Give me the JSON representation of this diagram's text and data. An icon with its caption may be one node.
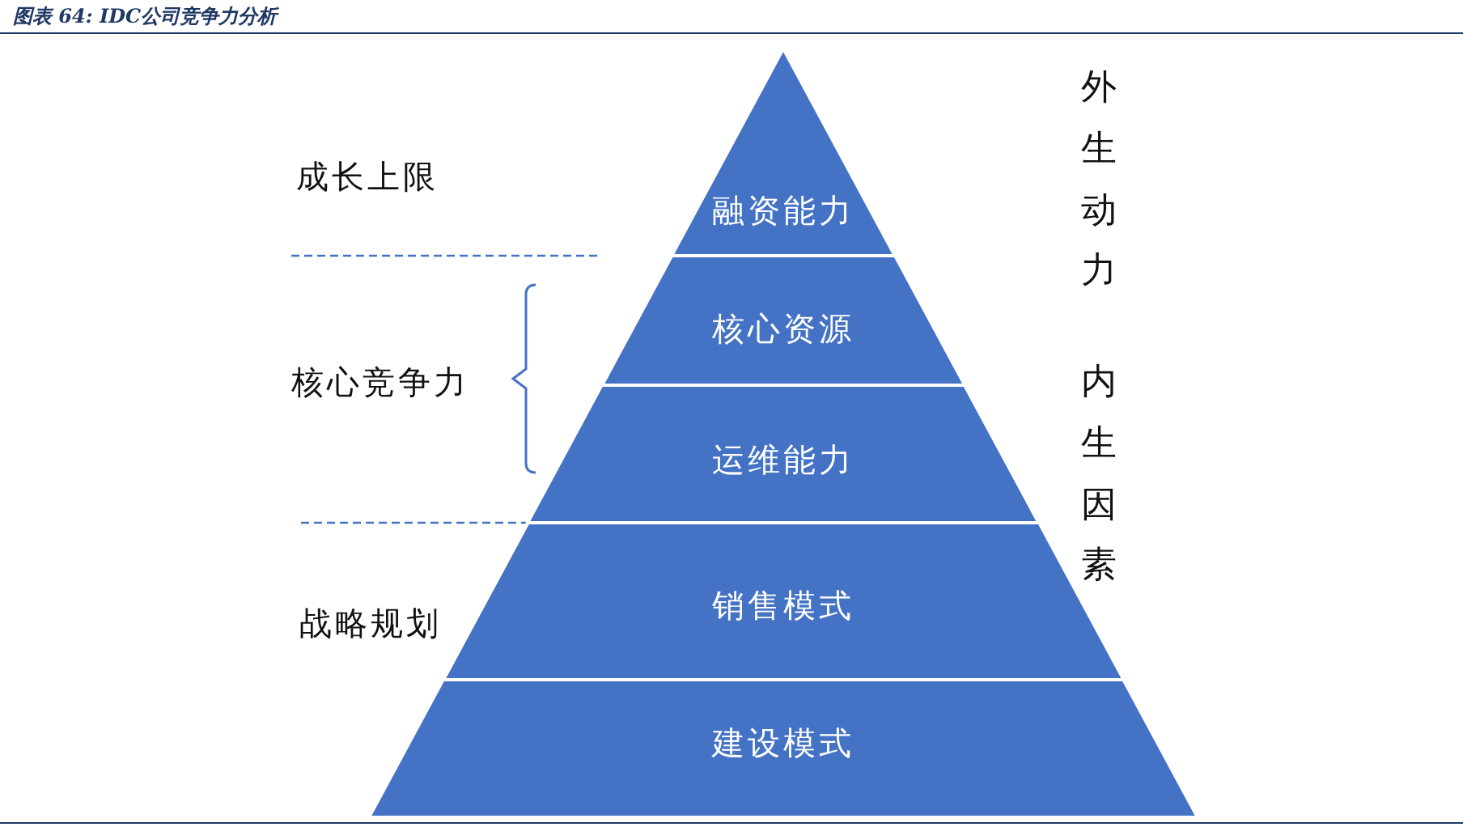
{
  "diagram": {
    "title": "图表 64:  IDC公司竞争力分析",
    "nodes": [
      {
        "text": [
          "融资能力"
        ]
      },
      {
        "text": [
          "核心资源"
        ]
      },
      {
        "text": [
          "运维能力"
        ]
      },
      {
        "text": [
          "销售模式"
        ]
      },
      {
        "text": [
          "建设模式"
        ]
      }
    ],
    "labels": [
      "外生动力",
      "成长上限",
      "核心竞争力",
      "内生因素",
      "战略规划"
    ]
  }
}
